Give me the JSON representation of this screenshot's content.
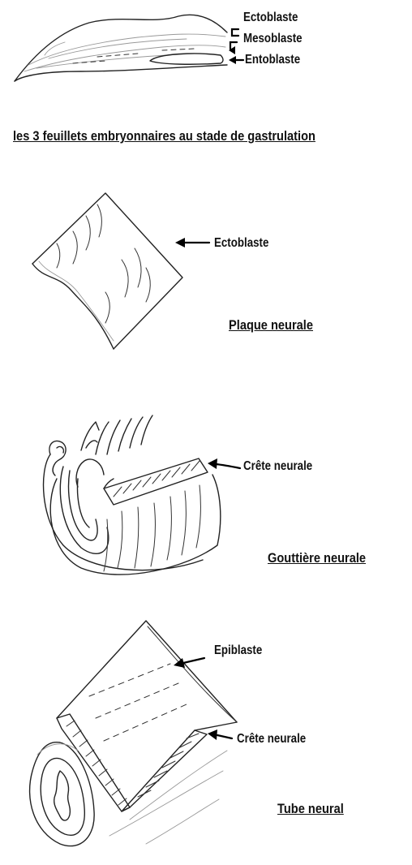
{
  "gastrulation": {
    "labels": {
      "ectoblaste": "Ectoblaste",
      "mesoblaste": "Mesoblaste",
      "entoblaste": "Entoblaste"
    },
    "title": "les 3 feuillets embryonnaires au stade de gastrulation"
  },
  "plaque": {
    "labels": {
      "ectoblaste": "Ectoblaste"
    },
    "title": "Plaque neurale"
  },
  "gouttiere": {
    "labels": {
      "crete": "Crête neurale"
    },
    "title": "Gouttière neurale"
  },
  "tube": {
    "labels": {
      "epiblaste": "Epiblaste",
      "crete": "Crête neurale"
    },
    "title": "Tube neural"
  }
}
